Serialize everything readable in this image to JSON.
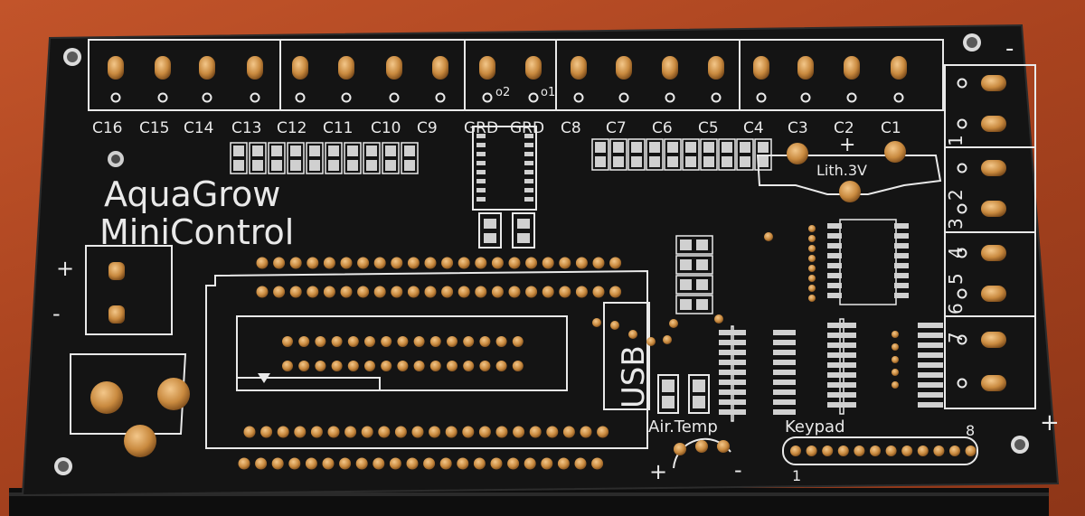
{
  "board": {
    "title_line1": "AquaGrow",
    "title_line2": "MiniControl",
    "usb_label": "USB",
    "battery_label": "Lith.3V",
    "battery_plus": "+",
    "air_temp_label": "Air.Temp",
    "keypad_label": "Keypad",
    "keypad_pin_first": "1",
    "keypad_pin_last": "8",
    "power_plus": "+",
    "power_minus": "-",
    "air_plus": "+",
    "air_minus": "-",
    "right_minus": "-",
    "right_plus": "+"
  },
  "channels": {
    "top_labels": [
      "C16",
      "C15",
      "C14",
      "C13",
      "C12",
      "C11",
      "C10",
      "C9",
      "GRD",
      "GRD",
      "C8",
      "C7",
      "C6",
      "C5",
      "C4",
      "C3",
      "C2",
      "C1"
    ],
    "right_labels": [
      "1",
      "2",
      "3",
      "4",
      "5",
      "6",
      "7"
    ],
    "pin_marks": [
      "o2",
      "o1"
    ]
  },
  "colors": {
    "pcb": "#141414",
    "silkscreen": "#e9e9e9",
    "copper": "#c98a3f",
    "pad": "#d0d0d0",
    "wood": "#b04a22"
  }
}
